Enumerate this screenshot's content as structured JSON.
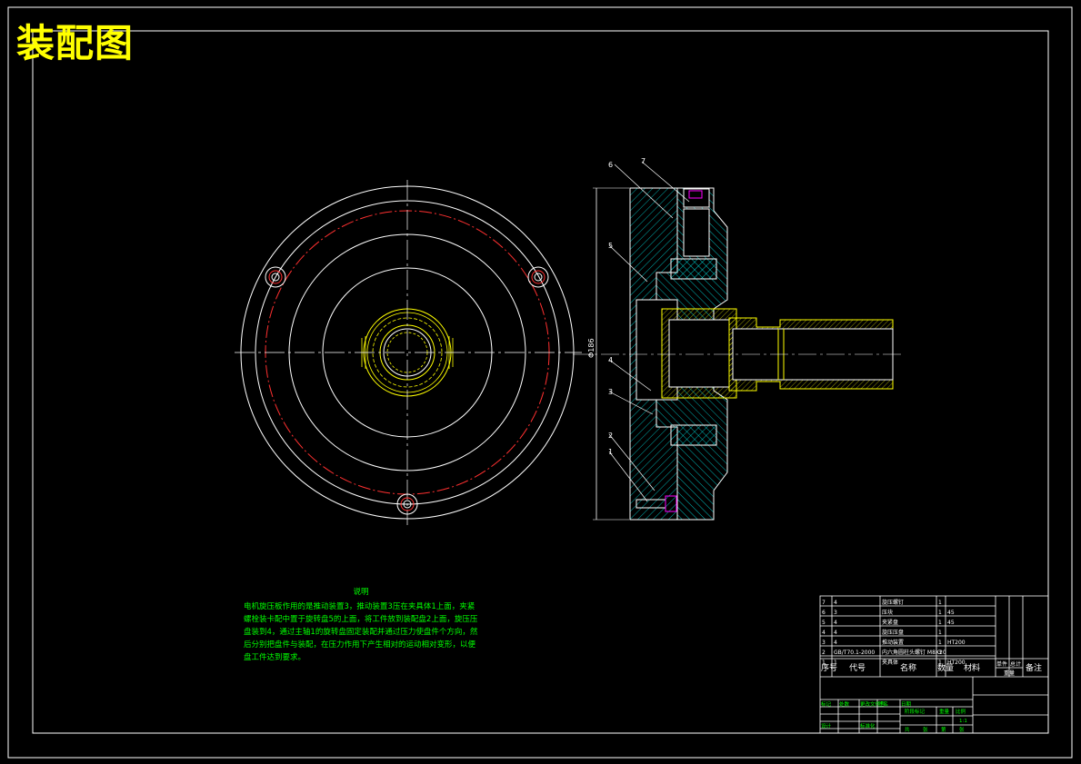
{
  "title": "装配图",
  "notes": {
    "heading": "说明",
    "body": "电机旋压板作用的是推动装置3，推动装置3压在夹具体1上面，夹紧螺栓装卡配中置于旋转盘5的上面，将工件放到装配盘2上面，旋压压盘装到4，通过主轴1的旋转盘固定装配并通过压力使盘件个方向，然后分别把盘件与装配，在压力作用下产生相对的运动相对变形，以便盘工件达到要求。"
  },
  "part_labels": [
    "6",
    "7",
    "5",
    "4",
    "3",
    "2",
    "1"
  ],
  "dimension_label": "Φ186",
  "bom": {
    "rows": [
      {
        "no": "7",
        "code": "4",
        "name": "旋压螺钉",
        "qty": "1",
        "material": "",
        "weight": ""
      },
      {
        "no": "6",
        "code": "3",
        "name": "压块",
        "qty": "1",
        "material": "45",
        "weight": ""
      },
      {
        "no": "5",
        "code": "4",
        "name": "夹紧盘",
        "qty": "1",
        "material": "45",
        "weight": ""
      },
      {
        "no": "4",
        "code": "4",
        "name": "旋压压盘",
        "qty": "1",
        "material": "",
        "weight": ""
      },
      {
        "no": "3",
        "code": "4",
        "name": "推动装置",
        "qty": "1",
        "material": "HT200",
        "weight": ""
      },
      {
        "no": "2",
        "code": "GB/T70.1-2000",
        "name": "内六角圆柱头螺钉 M8X20",
        "qty": "3",
        "material": "",
        "weight": ""
      },
      {
        "no": "1",
        "code": "1",
        "name": "夹具体",
        "qty": "1",
        "material": "HT200",
        "weight": ""
      }
    ],
    "header": {
      "no": "序号",
      "code": "代号",
      "name": "名称",
      "qty": "数量",
      "material": "材料",
      "weight_single": "单件",
      "weight_total": "总计",
      "weight": "重量",
      "remark": "备注"
    }
  },
  "title_block": {
    "sign_row": [
      "标记",
      "处数",
      "更改文件号",
      "签名",
      "日期"
    ],
    "design_row": [
      "设计",
      "标准化"
    ],
    "stage_labels": [
      "阶段标记",
      "重量",
      "比例"
    ],
    "scale": "1:1",
    "sheet_labels": [
      "共",
      "张",
      "第",
      "张"
    ]
  },
  "colors": {
    "background": "#000000",
    "outline": "#ffffff",
    "hatch": "#00ffff",
    "centerline": "#ff0000",
    "hidden": "#ffff00",
    "title": "#ffff00",
    "notes": "#00ff00",
    "detail": "#ff00ff"
  }
}
